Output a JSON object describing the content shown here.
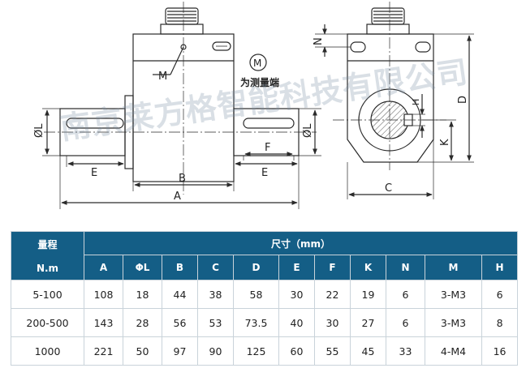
{
  "drawing": {
    "labels": {
      "M": "M",
      "measure_symbol": "M",
      "measure_note": "为测量端",
      "phiL_left": "ØL",
      "phiL_right": "ØL",
      "E_left": "E",
      "E_right": "E",
      "F": "F",
      "B": "B",
      "A": "A",
      "N": "N",
      "C": "C",
      "D": "D",
      "H": "H",
      "K": "K"
    },
    "watermark": "南京莱方格智能科技有限公司",
    "colors": {
      "line": "#2a2a2a",
      "hatch": "#555555"
    }
  },
  "table": {
    "range_header_line1": "量程",
    "range_header_line2": "N.m",
    "size_header": "尺寸（mm）",
    "columns": [
      "A",
      "ΦL",
      "B",
      "C",
      "D",
      "E",
      "F",
      "K",
      "N",
      "M",
      "H"
    ],
    "rows": [
      {
        "range": "5-100",
        "values": [
          "108",
          "18",
          "44",
          "38",
          "58",
          "30",
          "22",
          "19",
          "6",
          "3-M3",
          "6"
        ]
      },
      {
        "range": "200-500",
        "values": [
          "143",
          "28",
          "56",
          "53",
          "73.5",
          "40",
          "30",
          "27",
          "6",
          "3-M3",
          "8"
        ]
      },
      {
        "range": "1000",
        "values": [
          "221",
          "50",
          "97",
          "90",
          "125",
          "60",
          "55",
          "45",
          "33",
          "4-M4",
          "16"
        ]
      }
    ],
    "colors": {
      "header_bg": "#145e86",
      "header_text": "#ffffff",
      "border": "#c9d3da"
    }
  }
}
